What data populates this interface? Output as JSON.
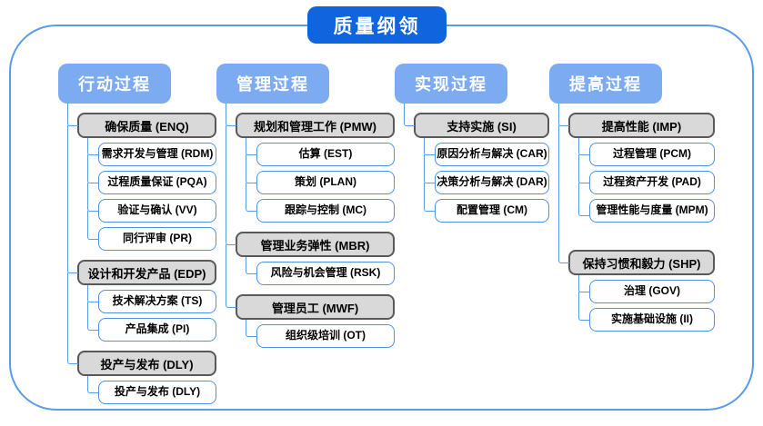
{
  "title": "质量纲领",
  "colors": {
    "root_fill": "#1065df",
    "branch_fill": "#7dabf2",
    "parent_fill": "#d9d9d9",
    "parent_border": "#595959",
    "child_border": "#4f91e3",
    "connector": "#5b9ce6",
    "frame_border": "#5b9ce6"
  },
  "columns": [
    {
      "header": "行动过程",
      "groups": [
        {
          "parent": "确保质量 (ENQ)",
          "children": [
            "需求开发与管理 (RDM)",
            "过程质量保证 (PQA)",
            "验证与确认 (VV)",
            "同行评审 (PR)"
          ]
        },
        {
          "parent": "设计和开发产品 (EDP)",
          "children": [
            "技术解决方案 (TS)",
            "产品集成 (PI)"
          ]
        },
        {
          "parent": "投产与发布 (DLY)",
          "children": [
            "投产与发布 (DLY)"
          ]
        }
      ]
    },
    {
      "header": "管理过程",
      "groups": [
        {
          "parent": "规划和管理工作 (PMW)",
          "children": [
            "估算 (EST)",
            "策划 (PLAN)",
            "跟踪与控制 (MC)"
          ]
        },
        {
          "parent": "管理业务弹性 (MBR)",
          "children": [
            "风险与机会管理 (RSK)"
          ]
        },
        {
          "parent": "管理员工 (MWF)",
          "children": [
            "组织级培训 (OT)"
          ]
        }
      ]
    },
    {
      "header": "实现过程",
      "groups": [
        {
          "parent": "支持实施 (SI)",
          "children": [
            "原因分析与解决 (CAR)",
            "决策分析与解决 (DAR)",
            "配置管理 (CM)"
          ]
        }
      ]
    },
    {
      "header": "提高过程",
      "groups": [
        {
          "parent": "提高性能 (IMP)",
          "children": [
            "过程管理 (PCM)",
            "过程资产开发 (PAD)",
            "管理性能与度量 (MPM)"
          ]
        },
        {
          "parent": "保持习惯和毅力 (SHP)",
          "children": [
            "治理 (GOV)",
            "实施基础设施 (II)"
          ]
        }
      ]
    }
  ]
}
